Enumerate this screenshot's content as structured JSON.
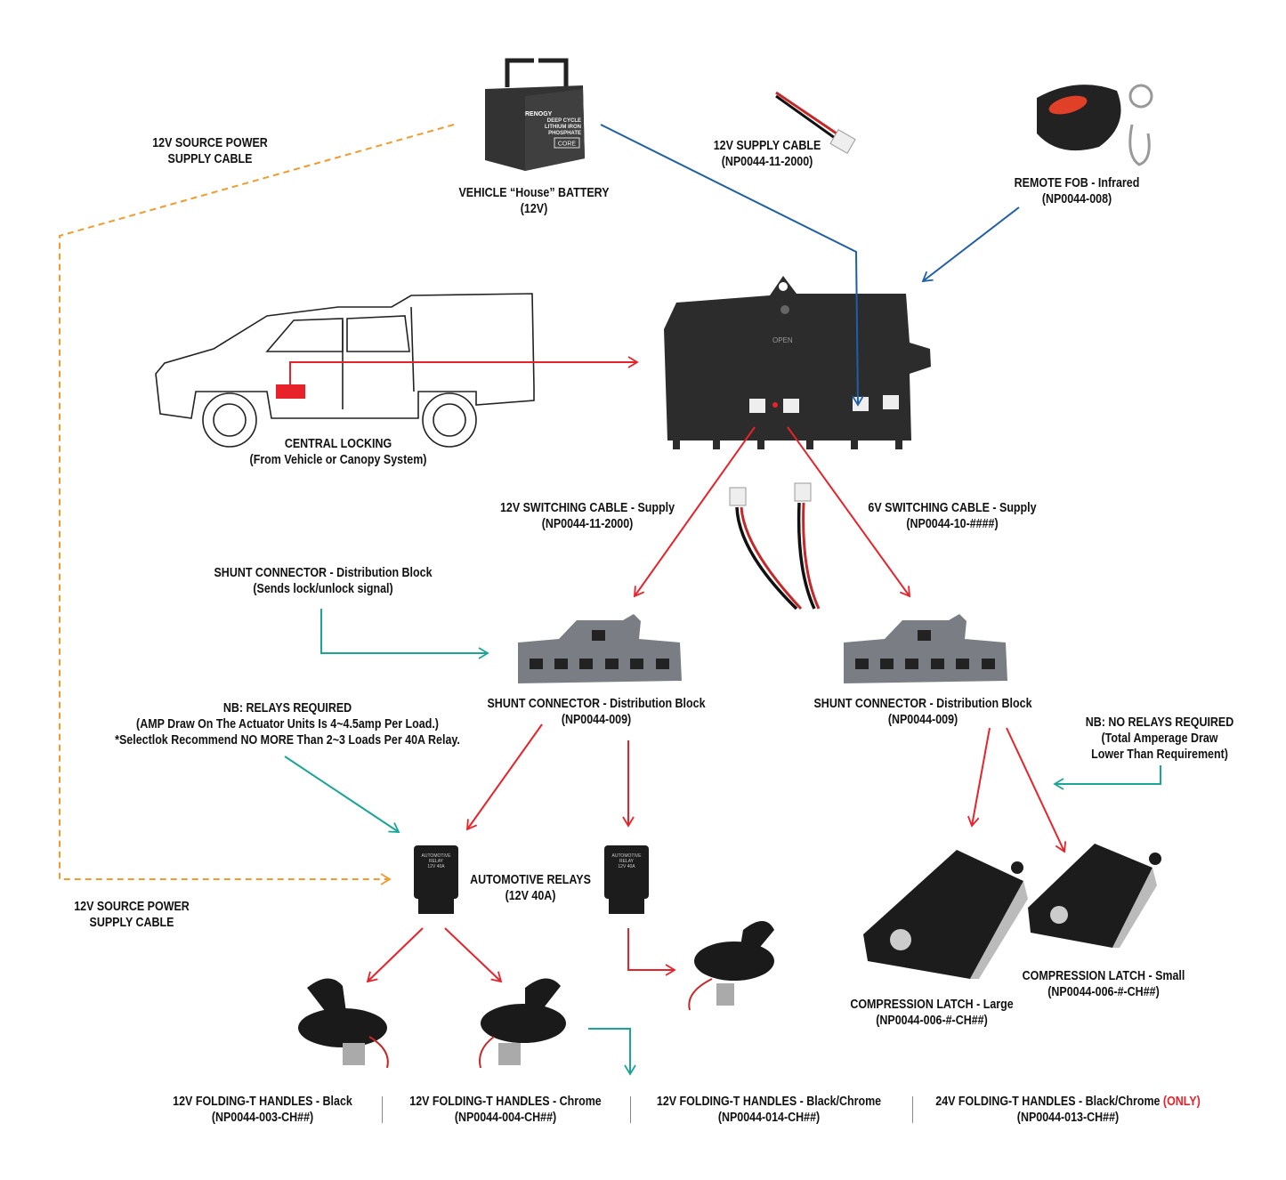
{
  "colors": {
    "red_signal": "#e8222a",
    "blue_supply": "#1f5fa8",
    "teal_note": "#1aa597",
    "orange_source": "#f39a2b"
  },
  "labels": {
    "source_top": [
      "12V SOURCE POWER",
      "SUPPLY CABLE"
    ],
    "battery": [
      "VEHICLE “House” BATTERY",
      "(12V)"
    ],
    "supply_cable": [
      "12V SUPPLY CABLE",
      "(NP0044-11-2000)"
    ],
    "fob": [
      "REMOTE FOB - Infrared",
      "(NP0044-008)"
    ],
    "central_locking": [
      "CENTRAL LOCKING",
      "(From Vehicle or Canopy System)"
    ],
    "switch12": [
      "12V SWITCHING CABLE - Supply",
      "(NP0044-11-2000)"
    ],
    "switch6": [
      "6V SWITCHING CABLE - Supply",
      "(NP0044-10-####)"
    ],
    "shunt_note": [
      "SHUNT CONNECTOR - Distribution Block",
      "(Sends lock/unlock signal)"
    ],
    "shunt_left": [
      "SHUNT CONNECTOR - Distribution Block",
      "(NP0044-009)"
    ],
    "shunt_right": [
      "SHUNT CONNECTOR - Distribution Block",
      "(NP0044-009)"
    ],
    "relays_note": [
      "NB: RELAYS REQUIRED",
      "(AMP Draw On The Actuator Units Is 4~4.5amp Per Load.)",
      "*Selectlok Recommend NO MORE Than 2~3 Loads Per 40A Relay."
    ],
    "no_relays_note": [
      "NB: NO RELAYS REQUIRED",
      "(Total Amperage Draw",
      "Lower Than Requirement)"
    ],
    "relays": [
      "AUTOMOTIVE RELAYS",
      "(12V 40A)"
    ],
    "source_bottom": [
      "12V SOURCE POWER",
      "SUPPLY CABLE"
    ],
    "latch_small": [
      "COMPRESSION LATCH - Small",
      "(NP0044-006-#-CH##)"
    ],
    "latch_large": [
      "COMPRESSION LATCH - Large",
      "(NP0044-006-#-CH##)"
    ],
    "handle_black": [
      "12V FOLDING-T HANDLES - Black",
      "(NP0044-003-CH##)"
    ],
    "handle_chrome": [
      "12V FOLDING-T HANDLES - Chrome",
      "(NP0044-004-CH##)"
    ],
    "handle_bc12": [
      "12V FOLDING-T HANDLES - Black/Chrome",
      "(NP0044-014-CH##)"
    ],
    "handle_bc24": [
      "24V FOLDING-T HANDLES - Black/Chrome ",
      "(NP0044-013-CH##)"
    ],
    "handle_bc24_only": "(ONLY)"
  },
  "battery_logo": "RENOGY",
  "battery_text": [
    "DEEP CYCLE",
    "LITHIUM IRON",
    "PHOSPHATE",
    "CORE"
  ],
  "relay_text": [
    "AUTOMOTIVE",
    "RELAY",
    "12V 40A"
  ],
  "controller_text": "OPEN"
}
